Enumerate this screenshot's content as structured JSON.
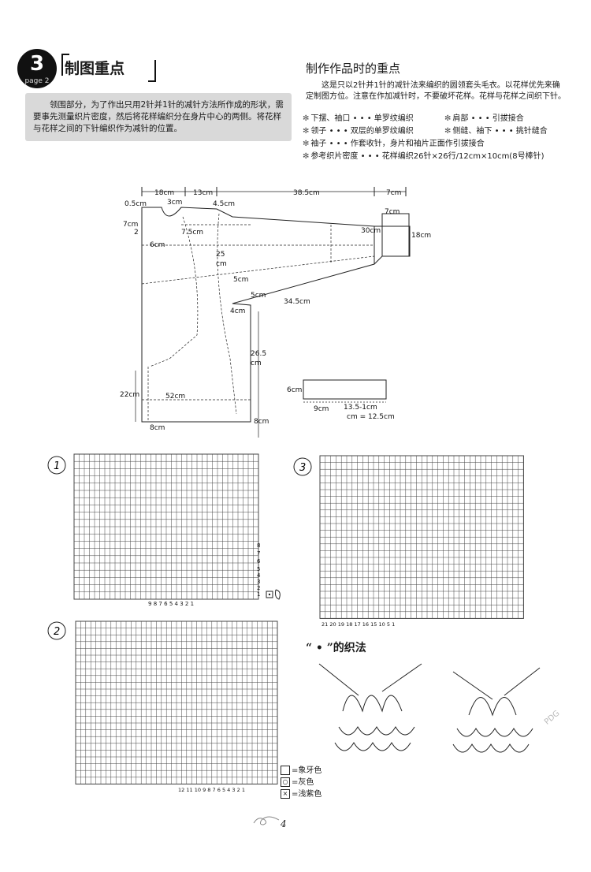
{
  "section": {
    "number": "3",
    "page_label": "page 2",
    "title": "制图重点"
  },
  "note_box": {
    "text": "领围部分，为了作出只用2针并1针的减针方法所作成的形状，需要事先测量织片密度，然后将花样编织分在身片中心的两侧。将花样与花样之间的下针编织作为减针的位置。"
  },
  "right_panel": {
    "title": "制作作品时的重点",
    "intro": "这是只以2针并1针的减针法来编织的圆领套头毛衣。以花样优先来确定制图方位。注意在作加减针时，不要破坏花样。花样与花样之间织下针。",
    "rules": [
      {
        "left": "下摆、袖口 • • • 单罗纹编织",
        "right": "肩部 • • • 引拔接合"
      },
      {
        "left": "领子 • • • 双层的单罗纹编织",
        "right": "侧缝、袖下 • • • 挑针缝合"
      },
      {
        "left": "袖子 • • • 作套收针，身片和袖片正面作引拔接合",
        "right": ""
      },
      {
        "left": "参考织片密度 • • • 花样编织26针×26行/12cm×10cm(8号棒针)",
        "right": ""
      }
    ]
  },
  "schematic_labels": {
    "d18": "18cm",
    "d13": "13cm",
    "d385": "38.5cm",
    "d7a": "7cm",
    "d05": "0.5cm",
    "d3": "3cm",
    "d45": "4.5cm",
    "d7b": "7cm",
    "d7c": "7cm",
    "d2": "2",
    "d75": "7.5cm",
    "d6": "6cm",
    "d25": "25",
    "dcm1": "cm",
    "d30": "30cm",
    "d18b": "18cm",
    "d5a": "5cm",
    "d5b": "5cm",
    "d4": "4cm",
    "d345": "34.5cm",
    "d265": "26.5",
    "dcm2": "cm",
    "d22": "22cm",
    "d52": "52cm",
    "d8a": "8cm",
    "d8b": "8cm",
    "d6b": "6cm",
    "d9": "9cm",
    "d135": "13.5-1cm",
    "d125": "cm = 12.5cm"
  },
  "charts": {
    "c1": {
      "label": "1",
      "bottom_numbers": [
        "9",
        "8",
        "7",
        "6",
        "5",
        "4",
        "3",
        "2",
        "1"
      ],
      "side_numbers": [
        "8",
        "7",
        "6",
        "5",
        "4",
        "3",
        "2",
        "1"
      ]
    },
    "c2": {
      "label": "2",
      "bottom_numbers": [
        "12",
        "11",
        "10",
        "9",
        "8",
        "7",
        "6",
        "5",
        "4",
        "3",
        "2",
        "1"
      ]
    },
    "c3": {
      "label": "3",
      "bottom_numbers": [
        "21",
        "20",
        "19",
        "18",
        "17",
        "16",
        "15",
        "10",
        "5",
        "1"
      ]
    }
  },
  "legend": [
    {
      "symbol": "",
      "label": "=象牙色"
    },
    {
      "symbol": "○",
      "label": "=灰色"
    },
    {
      "symbol": "×",
      "label": "=浅紫色"
    }
  ],
  "dot_method": {
    "title": "“ • ”的织法"
  },
  "watermark": "PDG",
  "page_number": "4"
}
